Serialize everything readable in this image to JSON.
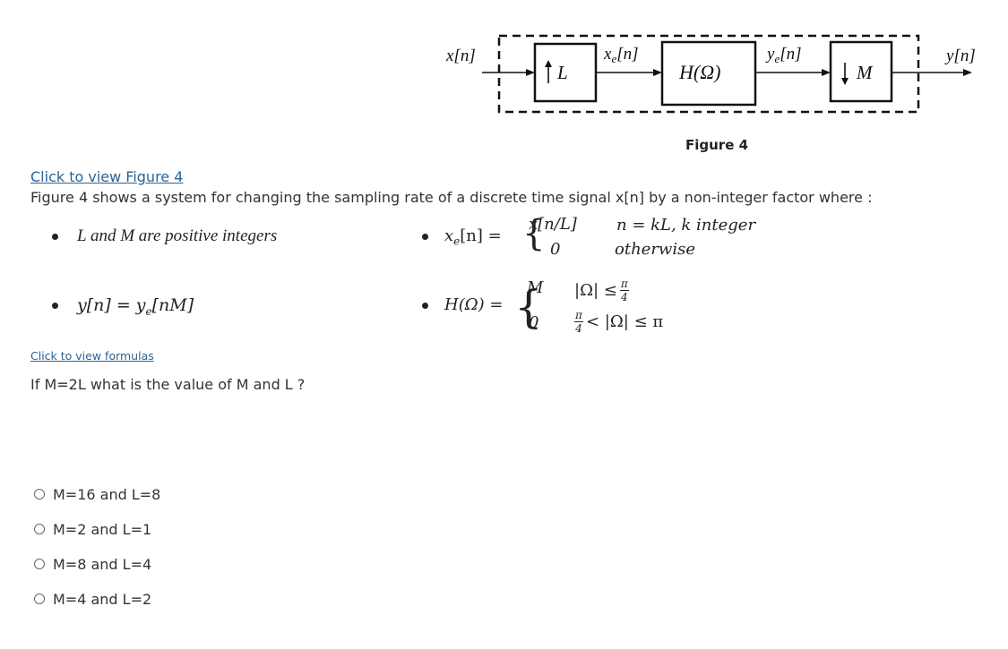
{
  "figure": {
    "input_label": "x[n]",
    "up_label": "L",
    "xe_label": "x",
    "xe_sub": "e",
    "xe_arg": "[n]",
    "filter_label": "H(Ω)",
    "ye_label": "y",
    "ye_sub": "e",
    "ye_arg": "[n]",
    "down_label": "M",
    "output_label": "y[n]",
    "caption": "Figure 4"
  },
  "link_figure": "Click to view Figure 4",
  "description": "Figure 4 shows a system for changing the sampling rate of a discrete time signal x[n] by a non-integer factor where :",
  "bullets": {
    "b1": "L and M are positive integers",
    "b2_lhs": "y[n] = y",
    "b2_sub": "e",
    "b2_rhs": "[nM]",
    "b3_lhs": "x",
    "b3_sub": "e",
    "b3_arg": "[n] =",
    "b3_case1_val": "x[n/L]",
    "b3_case1_cond": "n = kL,  k integer",
    "b3_case2_val": "0",
    "b3_case2_cond": "otherwise",
    "b4_lhs": "H(Ω) =",
    "b4_case1_val": "M",
    "b4_case1_cond": "|Ω| ≤",
    "b4_case2_val": "0",
    "b4_case2_cond": "< |Ω| ≤ π",
    "pi": "π",
    "four": "4"
  },
  "link_formulas": "Click to view formulas",
  "question": "If M=2L what is the value of M and L ?",
  "options": [
    "M=16 and L=8",
    "M=2 and L=1",
    "M=8 and L=4",
    "M=4 and L=2"
  ]
}
